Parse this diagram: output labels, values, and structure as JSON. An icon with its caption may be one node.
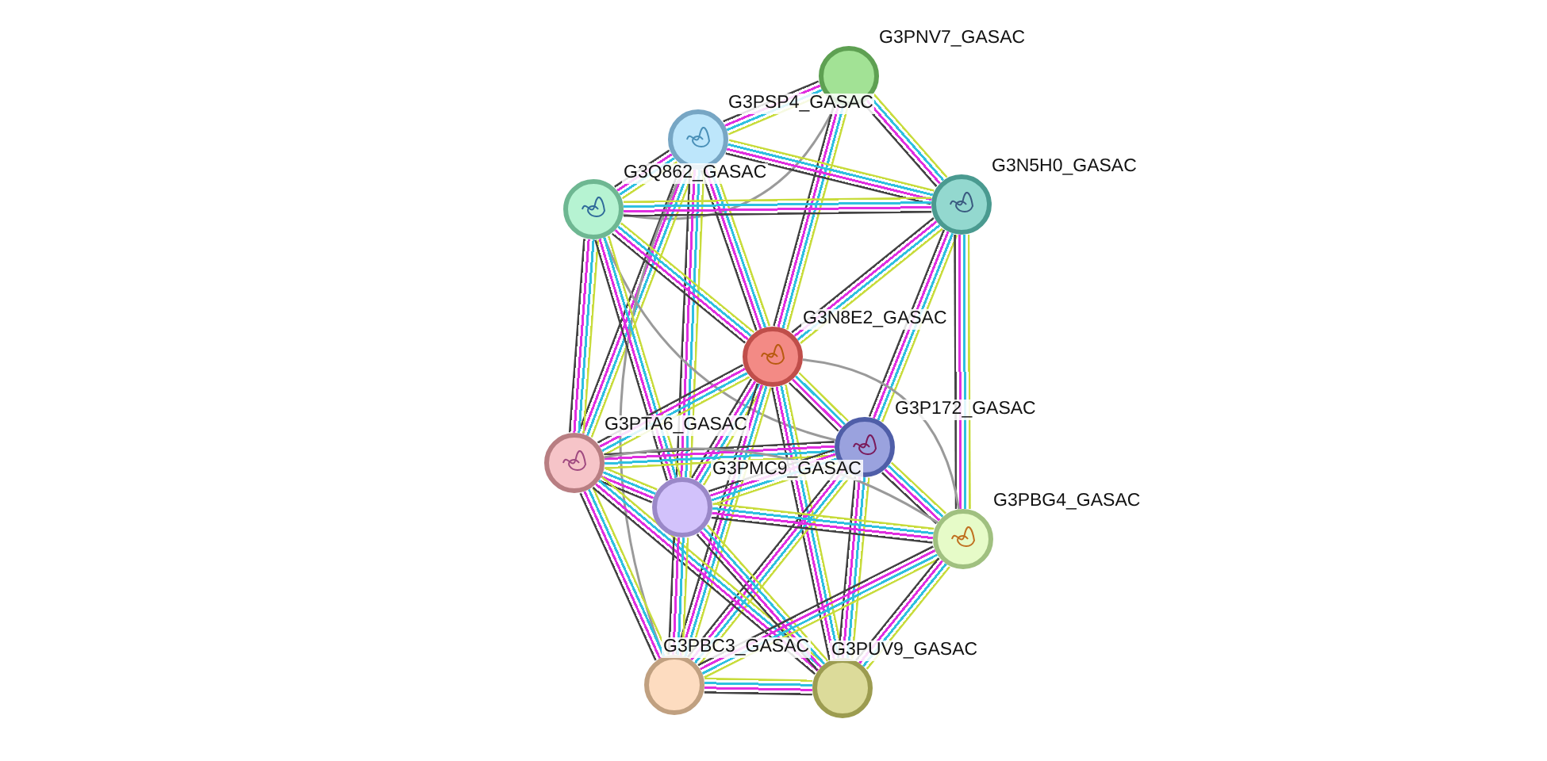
{
  "diagram": {
    "nodes": [
      {
        "text": [],
        "shape": "circle",
        "beside": [
          "G3PNV7_GASAC"
        ]
      },
      {
        "text": [],
        "shape": "circle",
        "beside": [
          "G3PSP4_GASAC"
        ]
      },
      {
        "text": [],
        "shape": "circle",
        "beside": [
          "G3Q862_GASAC"
        ]
      },
      {
        "text": [],
        "shape": "circle",
        "beside": [
          "G3N5H0_GASAC"
        ]
      },
      {
        "text": [],
        "shape": "circle",
        "beside": [
          "G3N8E2_GASAC"
        ]
      },
      {
        "text": [],
        "shape": "circle",
        "beside": [
          "G3P172_GASAC"
        ]
      },
      {
        "text": [],
        "shape": "circle",
        "beside": [
          "G3PTA6_GASAC"
        ]
      },
      {
        "text": [],
        "shape": "circle",
        "beside": [
          "G3PMC9_GASAC"
        ]
      },
      {
        "text": [],
        "shape": "circle",
        "beside": [
          "G3PBG4_GASAC"
        ]
      },
      {
        "text": [],
        "shape": "circle",
        "beside": [
          "G3PBC3_GASAC"
        ]
      },
      {
        "text": [],
        "shape": "circle",
        "beside": [
          "G3PUV9_GASAC"
        ]
      }
    ],
    "edges": [
      {
        "from": 0,
        "to": 1,
        "arrow": "none"
      },
      {
        "from": 0,
        "to": 2,
        "arrow": "none"
      },
      {
        "from": 0,
        "to": 3,
        "arrow": "none"
      },
      {
        "from": 0,
        "to": 4,
        "arrow": "none"
      },
      {
        "from": 1,
        "to": 2,
        "arrow": "none"
      },
      {
        "from": 1,
        "to": 3,
        "arrow": "none"
      },
      {
        "from": 1,
        "to": 4,
        "arrow": "none"
      },
      {
        "from": 1,
        "to": 6,
        "arrow": "none"
      },
      {
        "from": 1,
        "to": 7,
        "arrow": "none"
      },
      {
        "from": 1,
        "to": 9,
        "arrow": "none"
      },
      {
        "from": 2,
        "to": 3,
        "arrow": "none"
      },
      {
        "from": 2,
        "to": 4,
        "arrow": "none"
      },
      {
        "from": 2,
        "to": 5,
        "arrow": "none"
      },
      {
        "from": 2,
        "to": 6,
        "arrow": "none"
      },
      {
        "from": 2,
        "to": 7,
        "arrow": "none"
      },
      {
        "from": 3,
        "to": 4,
        "arrow": "none"
      },
      {
        "from": 3,
        "to": 5,
        "arrow": "none"
      },
      {
        "from": 3,
        "to": 8,
        "arrow": "none"
      },
      {
        "from": 4,
        "to": 5,
        "arrow": "none"
      },
      {
        "from": 4,
        "to": 6,
        "arrow": "none"
      },
      {
        "from": 4,
        "to": 7,
        "arrow": "none"
      },
      {
        "from": 4,
        "to": 8,
        "arrow": "none"
      },
      {
        "from": 4,
        "to": 9,
        "arrow": "none"
      },
      {
        "from": 4,
        "to": 10,
        "arrow": "none"
      },
      {
        "from": 5,
        "to": 6,
        "arrow": "none"
      },
      {
        "from": 5,
        "to": 7,
        "arrow": "none"
      },
      {
        "from": 5,
        "to": 8,
        "arrow": "none"
      },
      {
        "from": 5,
        "to": 9,
        "arrow": "none"
      },
      {
        "from": 5,
        "to": 10,
        "arrow": "none"
      },
      {
        "from": 6,
        "to": 7,
        "arrow": "none"
      },
      {
        "from": 6,
        "to": 8,
        "arrow": "none"
      },
      {
        "from": 6,
        "to": 9,
        "arrow": "none"
      },
      {
        "from": 6,
        "to": 10,
        "arrow": "none"
      },
      {
        "from": 7,
        "to": 8,
        "arrow": "none"
      },
      {
        "from": 7,
        "to": 9,
        "arrow": "none"
      },
      {
        "from": 7,
        "to": 10,
        "arrow": "none"
      },
      {
        "from": 8,
        "to": 9,
        "arrow": "none"
      },
      {
        "from": 8,
        "to": 10,
        "arrow": "none"
      },
      {
        "from": 9,
        "to": 10,
        "arrow": "none"
      }
    ]
  }
}
